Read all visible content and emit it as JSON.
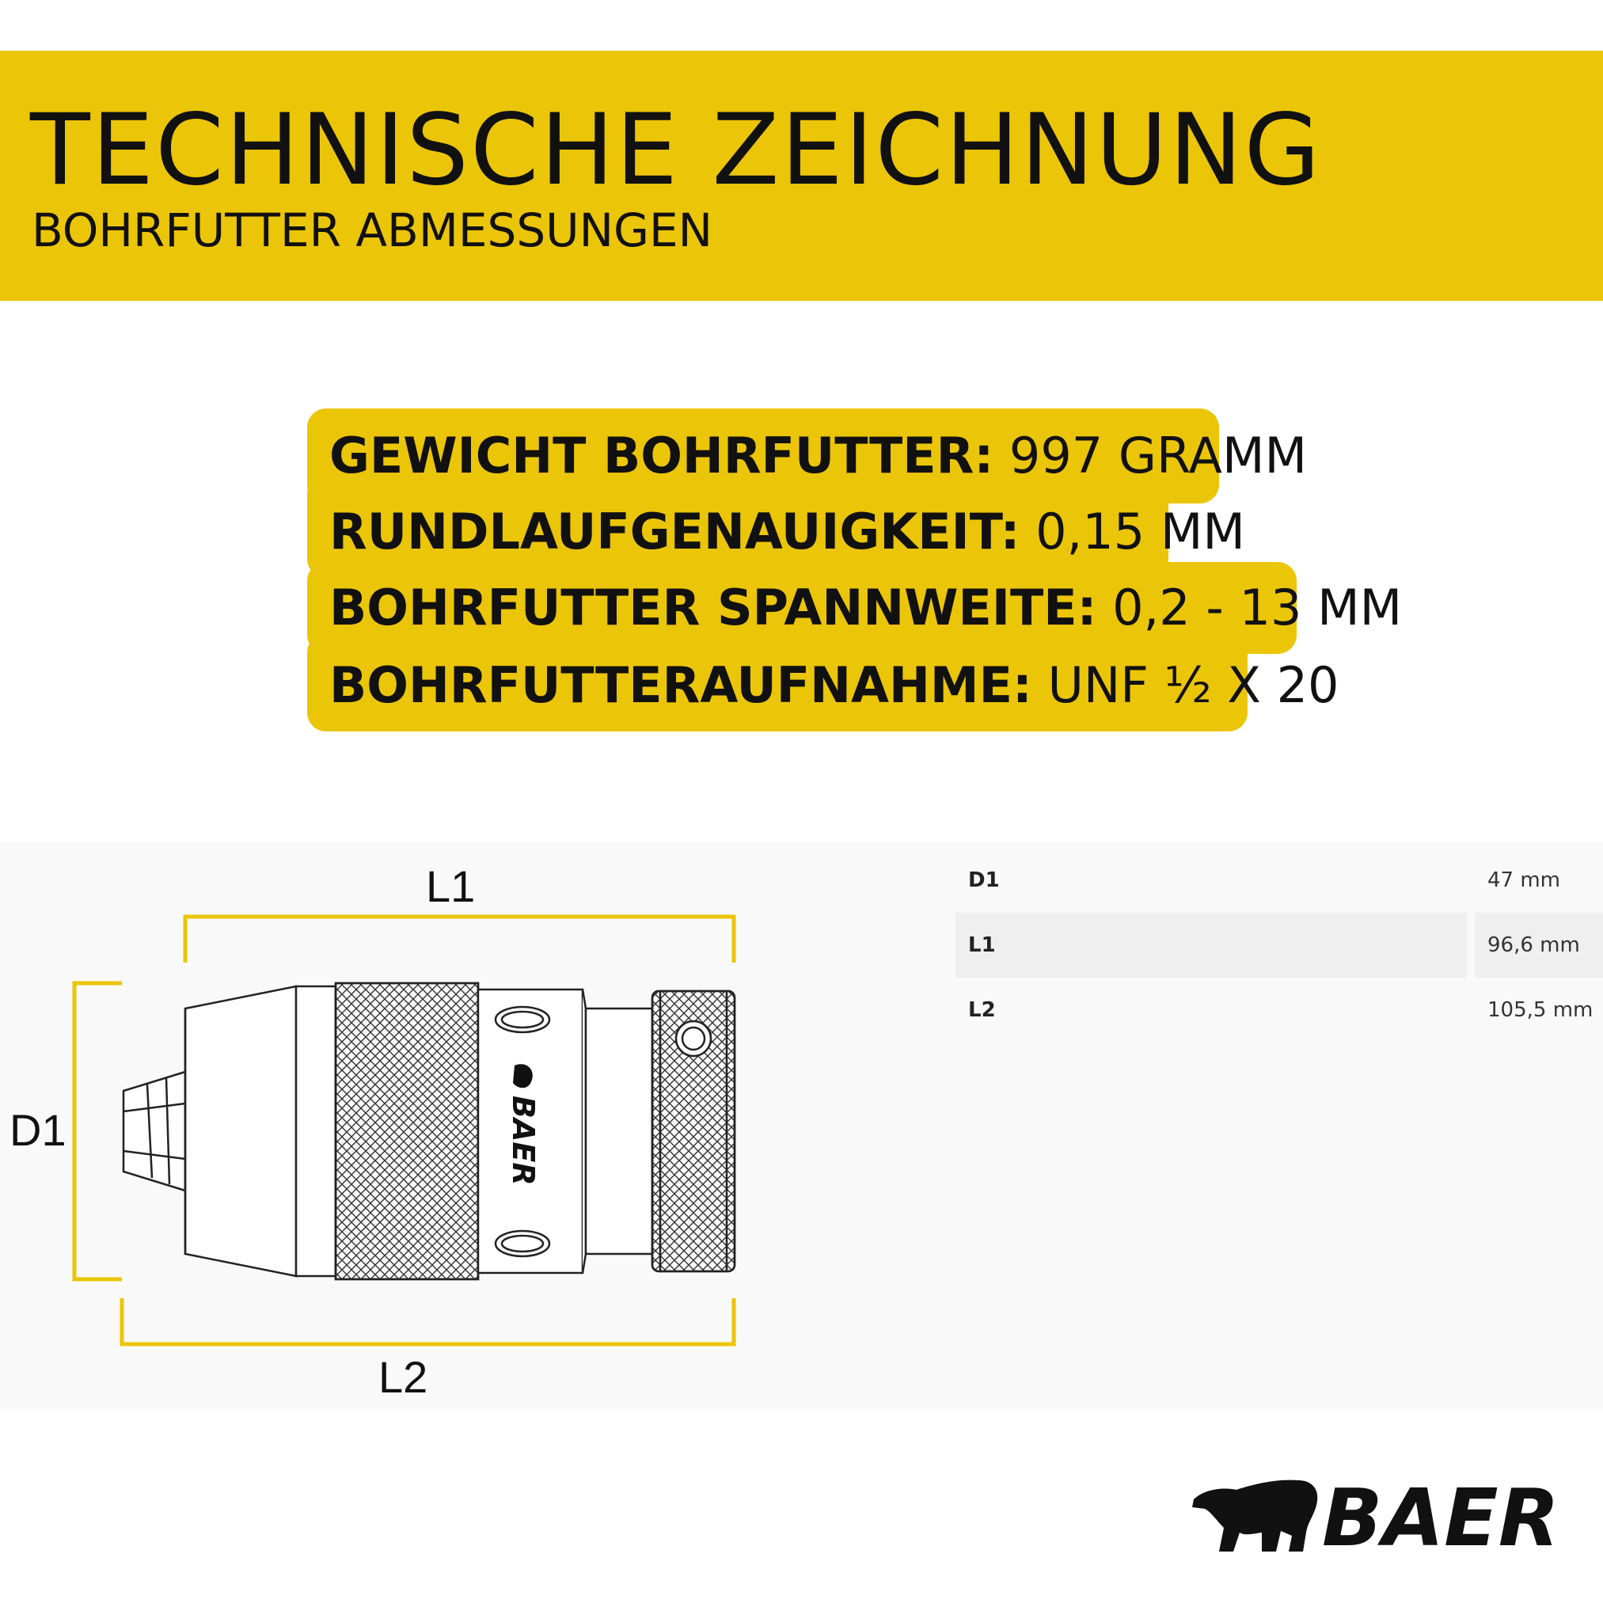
{
  "header": {
    "title": "TECHNISCHE ZEICHNUNG",
    "subtitle": "BOHRFUTTER ABMESSUNGEN"
  },
  "specs": [
    {
      "label": "GEWICHT BOHRFUTTER:",
      "value": "997 GRAMM"
    },
    {
      "label": "RUNDLAUFGENAUIGKEIT:",
      "value": "0,15 MM"
    },
    {
      "label": "BOHRFUTTER SPANNWEITE:",
      "value": "0,2 - 13 MM"
    },
    {
      "label": "BOHRFUTTERAUFNAHME:",
      "value": "UNF ½ X 20"
    }
  ],
  "drawing": {
    "dimension_labels": {
      "l1": "L1",
      "l2": "L2",
      "d1": "D1"
    },
    "stamp_text": "BAER"
  },
  "dimensions_table": [
    {
      "key": "D1",
      "value": "47 mm"
    },
    {
      "key": "L1",
      "value": "96,6 mm"
    },
    {
      "key": "L2",
      "value": "105,5 mm"
    }
  ],
  "brand": {
    "name": "BAER"
  },
  "colors": {
    "accent": "#ebc507",
    "text": "#111111",
    "panel": "#f9f9f9"
  }
}
